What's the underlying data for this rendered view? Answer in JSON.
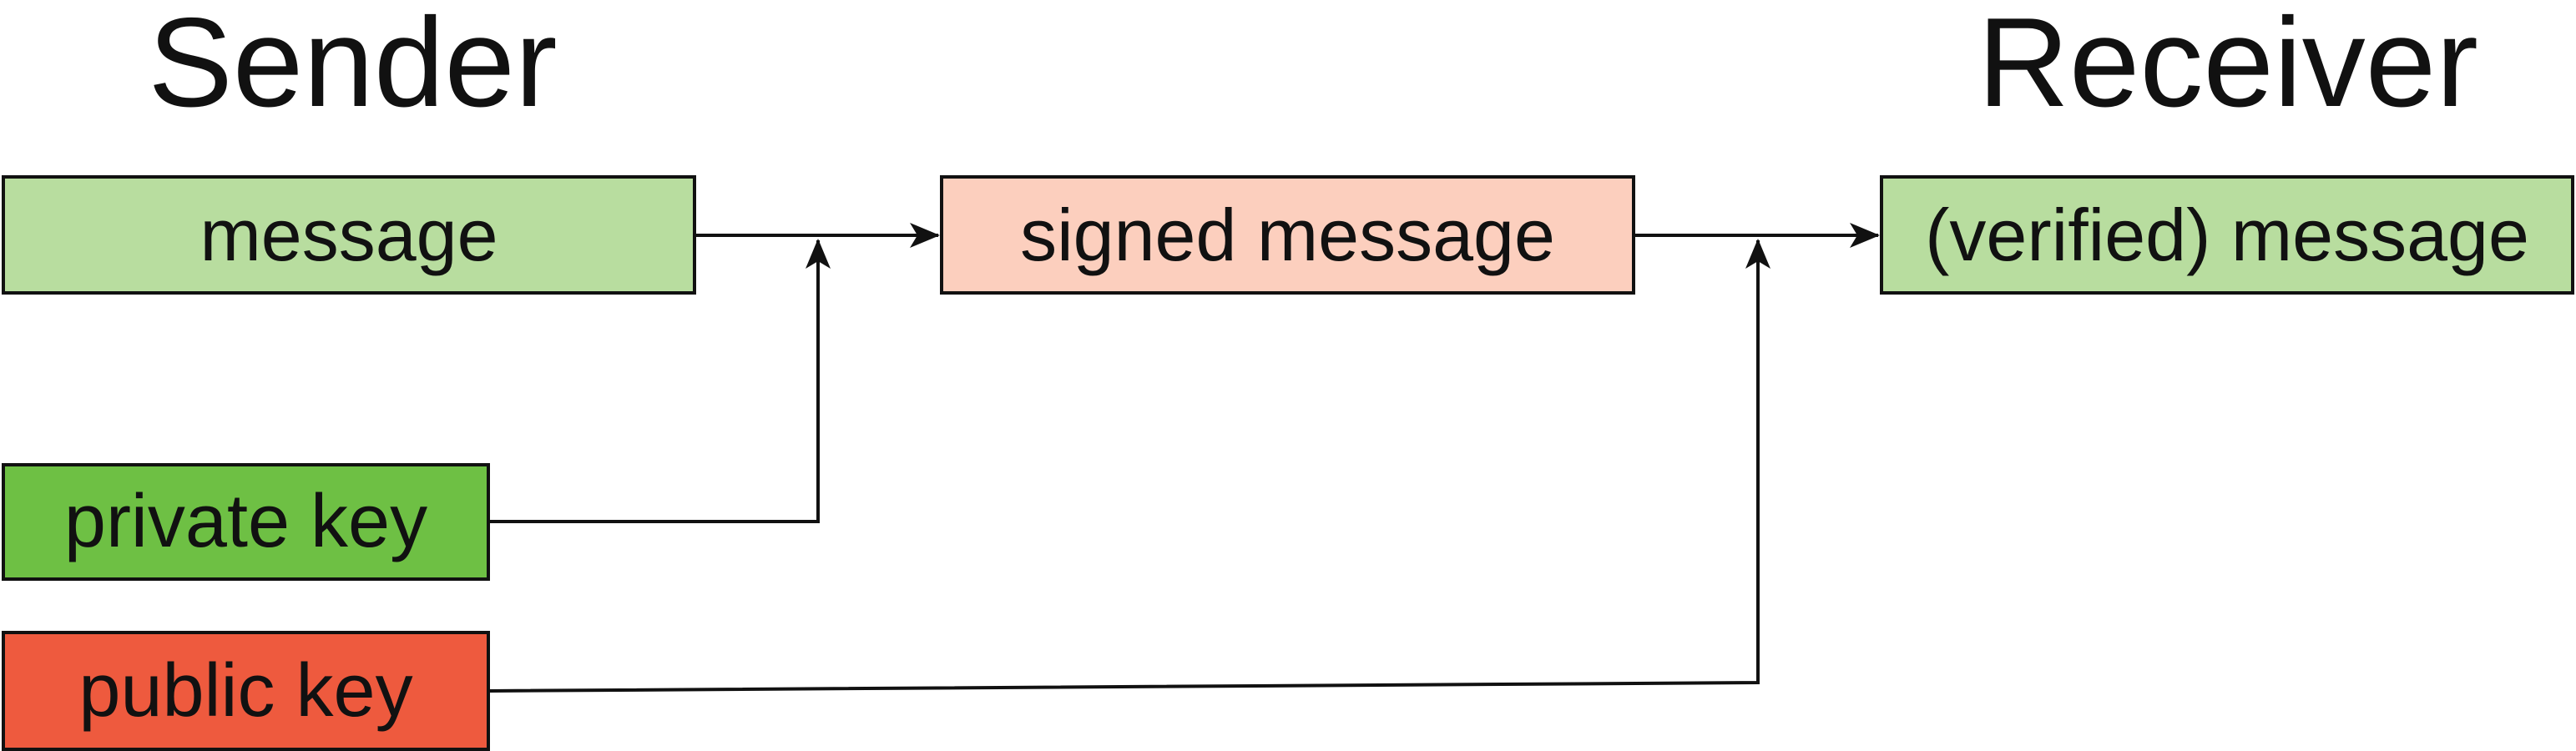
{
  "headings": {
    "sender": "Sender",
    "receiver": "Receiver"
  },
  "nodes": {
    "message": {
      "label": "message",
      "fill": "#b8dd9f"
    },
    "signed_message": {
      "label": "signed message",
      "fill": "#fccfbe"
    },
    "verified_message": {
      "label": "(verified) message",
      "fill": "#b8dd9f"
    },
    "private_key": {
      "label": "private key",
      "fill": "#6ec044"
    },
    "public_key": {
      "label": "public key",
      "fill": "#ee5a3e"
    }
  },
  "edges": [
    {
      "from": "message",
      "to": "signed_message"
    },
    {
      "from": "private_key",
      "to": "message->signed_message"
    },
    {
      "from": "signed_message",
      "to": "verified_message"
    },
    {
      "from": "public_key",
      "to": "signed_message->verified_message"
    }
  ],
  "colors": {
    "border": "#111111",
    "line": "#111111"
  }
}
